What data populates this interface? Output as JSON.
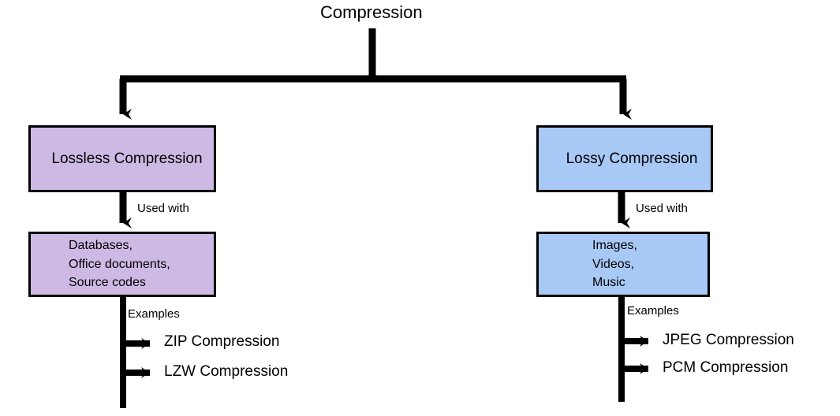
{
  "diagram": {
    "title": "Compression",
    "root": {
      "label": "Compression"
    },
    "branches": [
      {
        "id": "lossless",
        "label": "Lossless Compression",
        "color": "#CDB9E3",
        "connector_label": "Used with",
        "uses": {
          "lines": [
            "Databases,",
            "Office documents,",
            "Source codes"
          ],
          "color": "#CDB9E3"
        },
        "examples_label": "Examples",
        "examples": [
          "ZIP Compression",
          "LZW Compression"
        ]
      },
      {
        "id": "lossy",
        "label": "Lossy Compression",
        "color": "#A8C8F5",
        "connector_label": "Used with",
        "uses": {
          "lines": [
            "Images,",
            "Videos,",
            "Music"
          ],
          "color": "#A8C8F5"
        },
        "examples_label": "Examples",
        "examples": [
          "JPEG Compression",
          "PCM Compression"
        ]
      }
    ],
    "colors": {
      "lossless_fill": "#CDB9E3",
      "lossy_fill": "#A8C8F5",
      "stroke": "#000000",
      "background": "#FFFFFF",
      "text": "#000000"
    }
  }
}
